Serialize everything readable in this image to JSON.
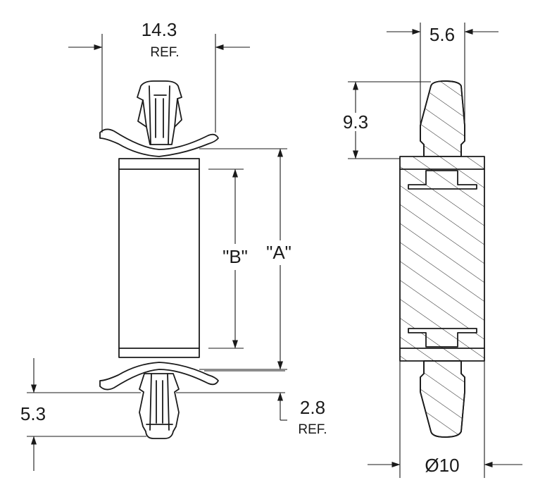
{
  "dimensions": {
    "top_width": "14.3",
    "top_width_ref": "REF.",
    "label_a": "\"A\"",
    "label_b": "\"B\"",
    "bottom_clip": "5.3",
    "flange_gap": "2.8",
    "flange_gap_ref": "REF.",
    "section_width": "5.6",
    "section_height": "9.3",
    "diameter": "Ø10"
  },
  "colors": {
    "line": "#1a1a1a",
    "background": "#ffffff"
  }
}
